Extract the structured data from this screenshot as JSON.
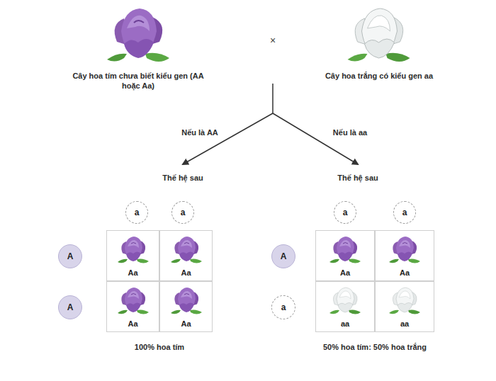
{
  "diagram": {
    "nodes": [
      {
        "text": [
          "a"
        ]
      },
      {
        "text": [
          "a"
        ]
      },
      {
        "text": [
          "A"
        ]
      },
      {
        "text": [
          "Aa"
        ]
      },
      {
        "text": [
          "Aa"
        ]
      },
      {
        "text": [
          "A"
        ]
      },
      {
        "text": [
          "Aa"
        ]
      },
      {
        "text": [
          "Aa"
        ]
      },
      {
        "text": [
          "a"
        ]
      },
      {
        "text": [
          "a"
        ]
      },
      {
        "text": [
          "A"
        ]
      },
      {
        "text": [
          "Aa"
        ]
      },
      {
        "text": [
          "Aa"
        ]
      },
      {
        "text": [
          "a"
        ]
      },
      {
        "text": [
          "aa"
        ]
      },
      {
        "text": [
          "aa"
        ]
      }
    ],
    "labels": [
      "Cây hoa tím chưa biết kiểu gen (AA hoặc Aa)",
      "×",
      "Cây hoa trắng có kiểu gen aa",
      "Nếu là AA",
      "Nếu là aa",
      "Thế hệ sau",
      "Thế hệ sau",
      "100% hoa tím",
      "50% hoa tím: 50% hoa trắng"
    ]
  }
}
